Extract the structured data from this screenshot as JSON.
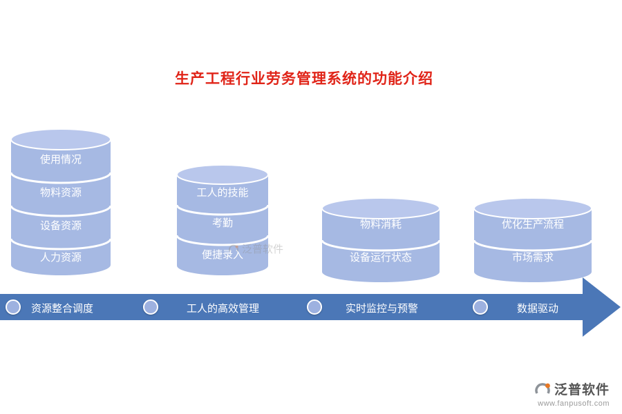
{
  "title": "生产工程行业劳务管理系统的功能介绍",
  "stacks": [
    {
      "name": "resource-stack",
      "segments": [
        "使用情况",
        "物料资源",
        "设备资源",
        "人力资源"
      ]
    },
    {
      "name": "worker-stack",
      "segments": [
        "工人的技能",
        "考勤",
        "便捷录入"
      ]
    },
    {
      "name": "monitor-stack",
      "segments": [
        "物料消耗",
        "设备运行状态"
      ]
    },
    {
      "name": "optimize-stack",
      "segments": [
        "优化生产流程",
        "市场需求"
      ]
    }
  ],
  "arrow": {
    "items": [
      "资源整合调度",
      "工人的高效管理",
      "实时监控与预警",
      "数据驱动"
    ]
  },
  "watermark": {
    "brand": "泛普软件"
  },
  "footer": {
    "brand": "泛普软件",
    "url": "www.fanpusoft.com"
  },
  "colors": {
    "title": "#e02418",
    "cylinder_body": "#a6b9e3",
    "cylinder_top": "#b9c7ec",
    "arrow": "#4b77b7",
    "step_dot": "#9db1e0"
  }
}
